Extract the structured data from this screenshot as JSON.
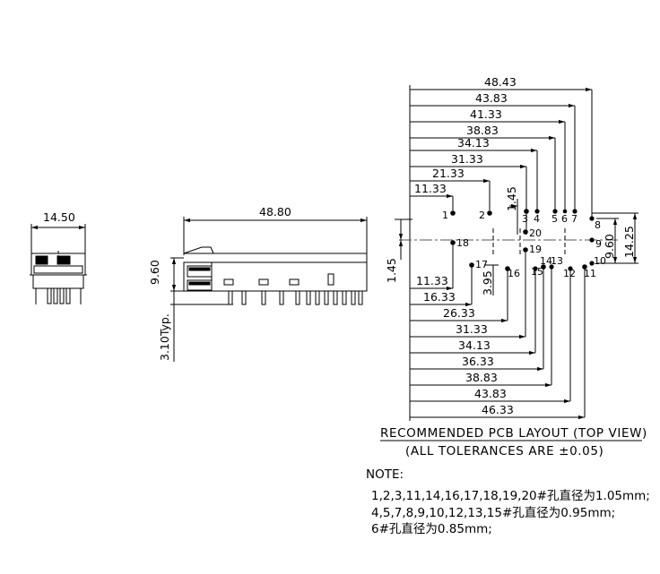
{
  "colors": {
    "line": "#000000",
    "paper": "#ffffff",
    "center_line": "#555555"
  },
  "front_view": {
    "width_dim": "14.50"
  },
  "side_view": {
    "length_dim": "48.80",
    "height_dim": "9.60",
    "pin_dim": "3.10Typ."
  },
  "pcb_layout": {
    "top_dims": [
      "48.43",
      "43.83",
      "41.33",
      "38.83",
      "34.13",
      "31.33",
      "21.33",
      "11.33"
    ],
    "bottom_dims": [
      "11.33",
      "16.33",
      "26.33",
      "31.33",
      "34.13",
      "36.33",
      "38.83",
      "43.83",
      "46.33"
    ],
    "small_dims": {
      "d145_top": "1.45",
      "d145_left": "1.45",
      "d395": "3.95",
      "d960": "9.60",
      "d1425": "14.25"
    },
    "pins": [
      "1",
      "2",
      "3",
      "4",
      "5",
      "6",
      "7",
      "8",
      "9",
      "10",
      "11",
      "12",
      "13",
      "14",
      "15",
      "16",
      "17",
      "18",
      "19",
      "20"
    ],
    "title": "RECOMMENDED PCB LAYOUT (TOP VIEW)",
    "subtitle": "(ALL TOLERANCES ARE ±0.05)"
  },
  "notes": {
    "heading": "NOTE:",
    "lines": [
      "1,2,3,11,14,16,17,18,19,20#孔直径为1.05mm;",
      "4,5,7,8,9,10,12,13,15#孔直径为0.95mm;",
      "6#孔直径为0.85mm;"
    ]
  }
}
